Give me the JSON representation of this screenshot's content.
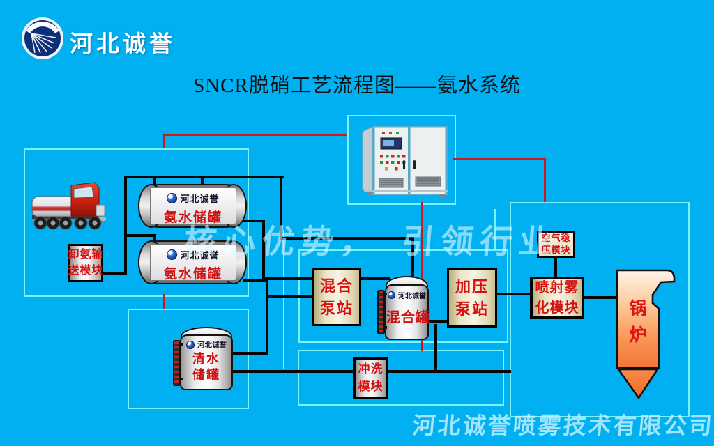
{
  "slide": {
    "title": "SNCR脱硝工艺流程图——氨水系统",
    "logo_text": "河北诚誉",
    "slogan_watermark": "核心优势，　引领行业",
    "company_watermark": "河北诚誉喷雾技术有限公司"
  },
  "equipment": {
    "unload_module": {
      "line1": "卸氨输",
      "line2": "送模块"
    },
    "ammonia_tank_1": {
      "brand": "河北诚誉",
      "label": "氨水储罐"
    },
    "ammonia_tank_2": {
      "brand": "河北诚誉",
      "label": "氨水储罐"
    },
    "mixing_pump_station": {
      "line1": "混合",
      "line2": "泵站"
    },
    "mixing_tank": {
      "brand": "河北诚誉",
      "label": "混合罐"
    },
    "pressure_pump_station": {
      "line1": "加压",
      "line2": "泵站"
    },
    "spray_module": {
      "line1": "喷射雾",
      "line2": "化模块"
    },
    "air_module": {
      "line1": "空气稳",
      "line2": "压模块"
    },
    "flush_module": {
      "line1": "冲洗",
      "line2": "模块"
    },
    "water_tank": {
      "brand": "河北诚誉",
      "line1": "清水",
      "line2": "储罐"
    },
    "boiler": {
      "line1": "锅",
      "line2": "炉"
    }
  },
  "colors": {
    "background": "#00b0f0",
    "group_border": "#79f4ff",
    "signal_line": "#d01818",
    "pipe_line": "#060606",
    "label_red": "#d41010"
  }
}
